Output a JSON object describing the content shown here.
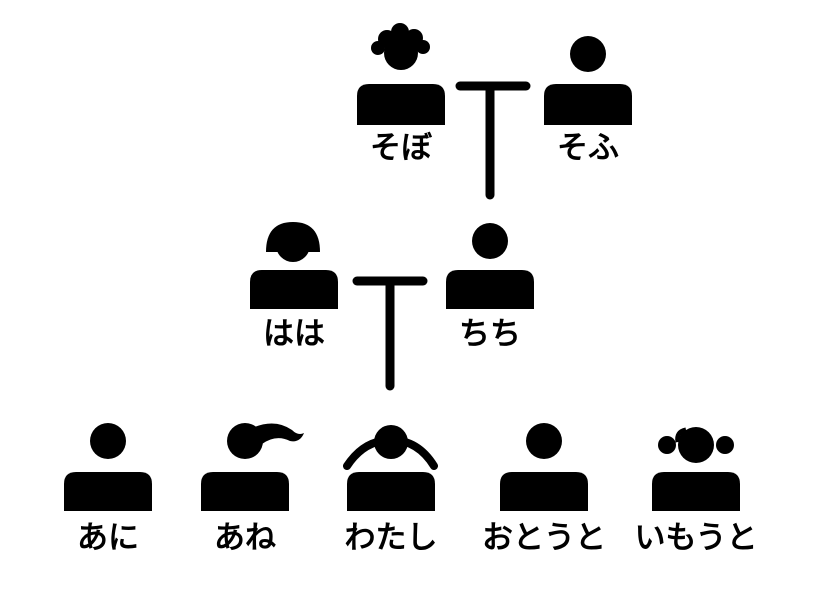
{
  "colors": {
    "ink": "#000000",
    "background": "#ffffff"
  },
  "labels": {
    "sobo": "そぼ",
    "sofu": "そふ",
    "haha": "はは",
    "chichi": "ちち",
    "ani": "あに",
    "ane": "あね",
    "watashi": "わたし",
    "otouto": "おとうと",
    "imouto": "いもうと"
  },
  "icons": {
    "sobo": "grandmother-icon",
    "sofu": "grandfather-icon",
    "haha": "mother-icon",
    "chichi": "father-icon",
    "ani": "older-brother-icon",
    "ane": "older-sister-icon",
    "watashi": "self-icon",
    "otouto": "younger-brother-icon",
    "imouto": "younger-sister-icon"
  }
}
